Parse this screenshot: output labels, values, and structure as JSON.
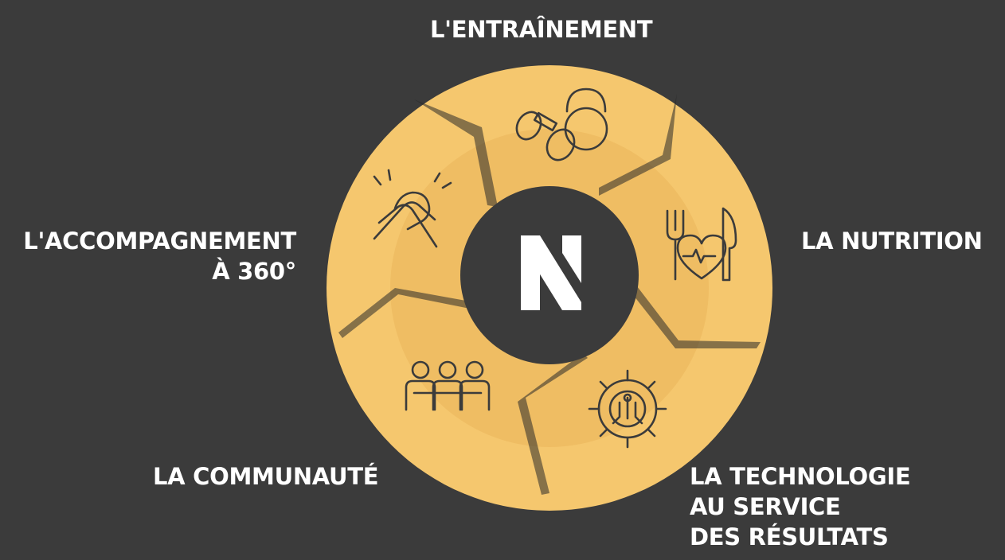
{
  "labels": {
    "training": "L'ENTRAÎNEMENT",
    "nutrition": "LA NUTRITION",
    "technology": [
      "LA TECHNOLOGIE",
      "AU SERVICE",
      "DES RÉSULTATS"
    ],
    "community": "LA COMMUNAUTÉ",
    "support": [
      "L'ACCOMPAGNEMENT",
      "À 360°"
    ]
  },
  "icons": {
    "training": "dumbbell-kettlebell-icon",
    "nutrition": "fork-heart-knife-icon",
    "technology": "gear-circuit-icon",
    "community": "team-people-icon",
    "support": "handshake-icon"
  },
  "center_logo": "n-logo",
  "colors": {
    "background": "#3b3b3b",
    "wheel": "#f5c76e",
    "wheel_inner": "#ecb960",
    "hub": "#3b3b3b",
    "text": "#ffffff"
  }
}
